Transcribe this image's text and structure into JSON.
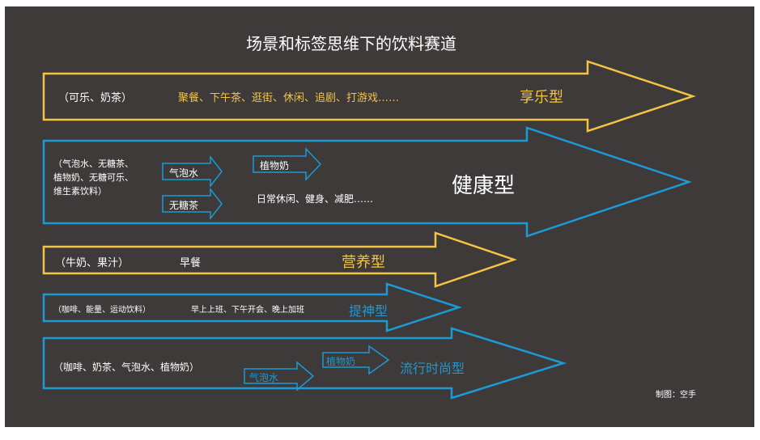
{
  "title": "场景和标签思维下的饮料赛道",
  "credit": "制图：空手",
  "colors": {
    "background": "#3d3a39",
    "yellow": "#f5c443",
    "blue": "#1c9ad6",
    "text": "#ffffff"
  },
  "rows": [
    {
      "color": "yellow",
      "products": "（可乐、奶茶）",
      "scenes": "聚餐、下午茶、逛街、休闲、追剧、打游戏……",
      "type_label": "享乐型"
    },
    {
      "color": "blue",
      "products_lines": [
        "（气泡水、无糖茶、",
        "植物奶、无糖可乐、",
        "维生素饮料）"
      ],
      "sub_tags": [
        "气泡水",
        "无糖茶",
        "植物奶"
      ],
      "scenes": "日常休闲、健身、减肥……",
      "type_label": "健康型"
    },
    {
      "color": "yellow",
      "products": "（牛奶、果汁）",
      "scenes": "早餐",
      "type_label": "营养型"
    },
    {
      "color": "blue",
      "products": "（咖啡、能量、运动饮料）",
      "scenes": "早上上班、下午开会、晚上加班",
      "type_label": "提神型"
    },
    {
      "color": "blue",
      "products": "（咖啡、奶茶、气泡水、植物奶）",
      "sub_tags": [
        "植物奶",
        "气泡水"
      ],
      "type_label": "流行时尚型"
    }
  ]
}
